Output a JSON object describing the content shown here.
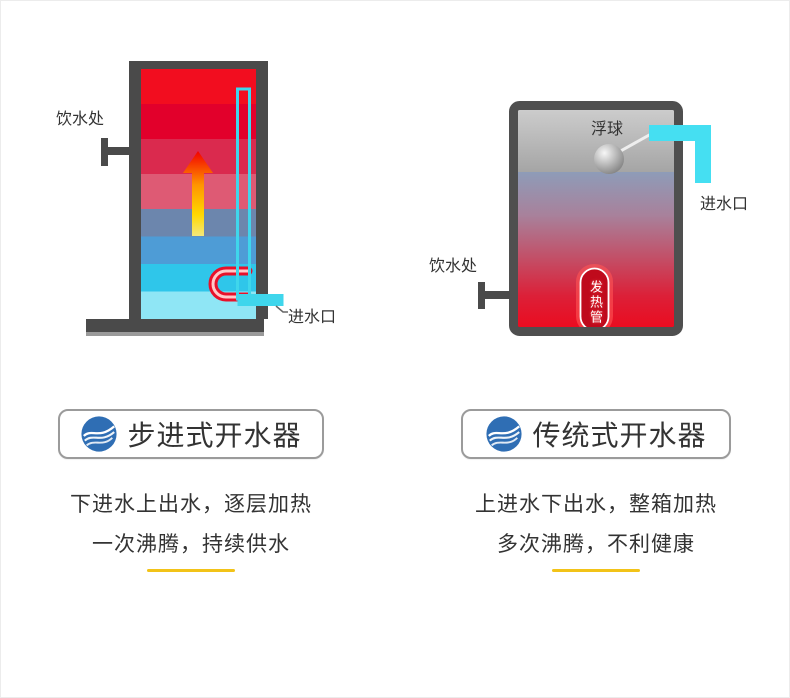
{
  "page": {
    "background": "#ffffff",
    "border_color": "#ececec"
  },
  "left_diagram": {
    "drink_point_label": "饮水处",
    "inlet_label": "进水口",
    "badge_title": "步进式开水器",
    "desc_line1": "下进水上出水，逐层加热",
    "desc_line2": "一次沸腾，持续供水",
    "stripe_colors": [
      "#f20d1f",
      "#e2002b",
      "#da2a4e",
      "#de5a74",
      "#6c86ad",
      "#4e9cd6",
      "#2fc6ea",
      "#8fe6f5"
    ]
  },
  "right_diagram": {
    "float_ball_label": "浮球",
    "inlet_label": "进水口",
    "drink_point_label": "饮水处",
    "heater_label": "发热管",
    "badge_title": "传统式开水器",
    "desc_line1": "上进水下出水，整箱加热",
    "desc_line2": "多次沸腾，不利健康"
  },
  "colors": {
    "accent_cyan": "#3fd6ec",
    "accent_yellow": "#f2c318",
    "logo_blue": "#2f6eb4",
    "structure_gray": "#4a4a4a",
    "text_dark": "#333333",
    "heat_red": "#ea0c20"
  }
}
